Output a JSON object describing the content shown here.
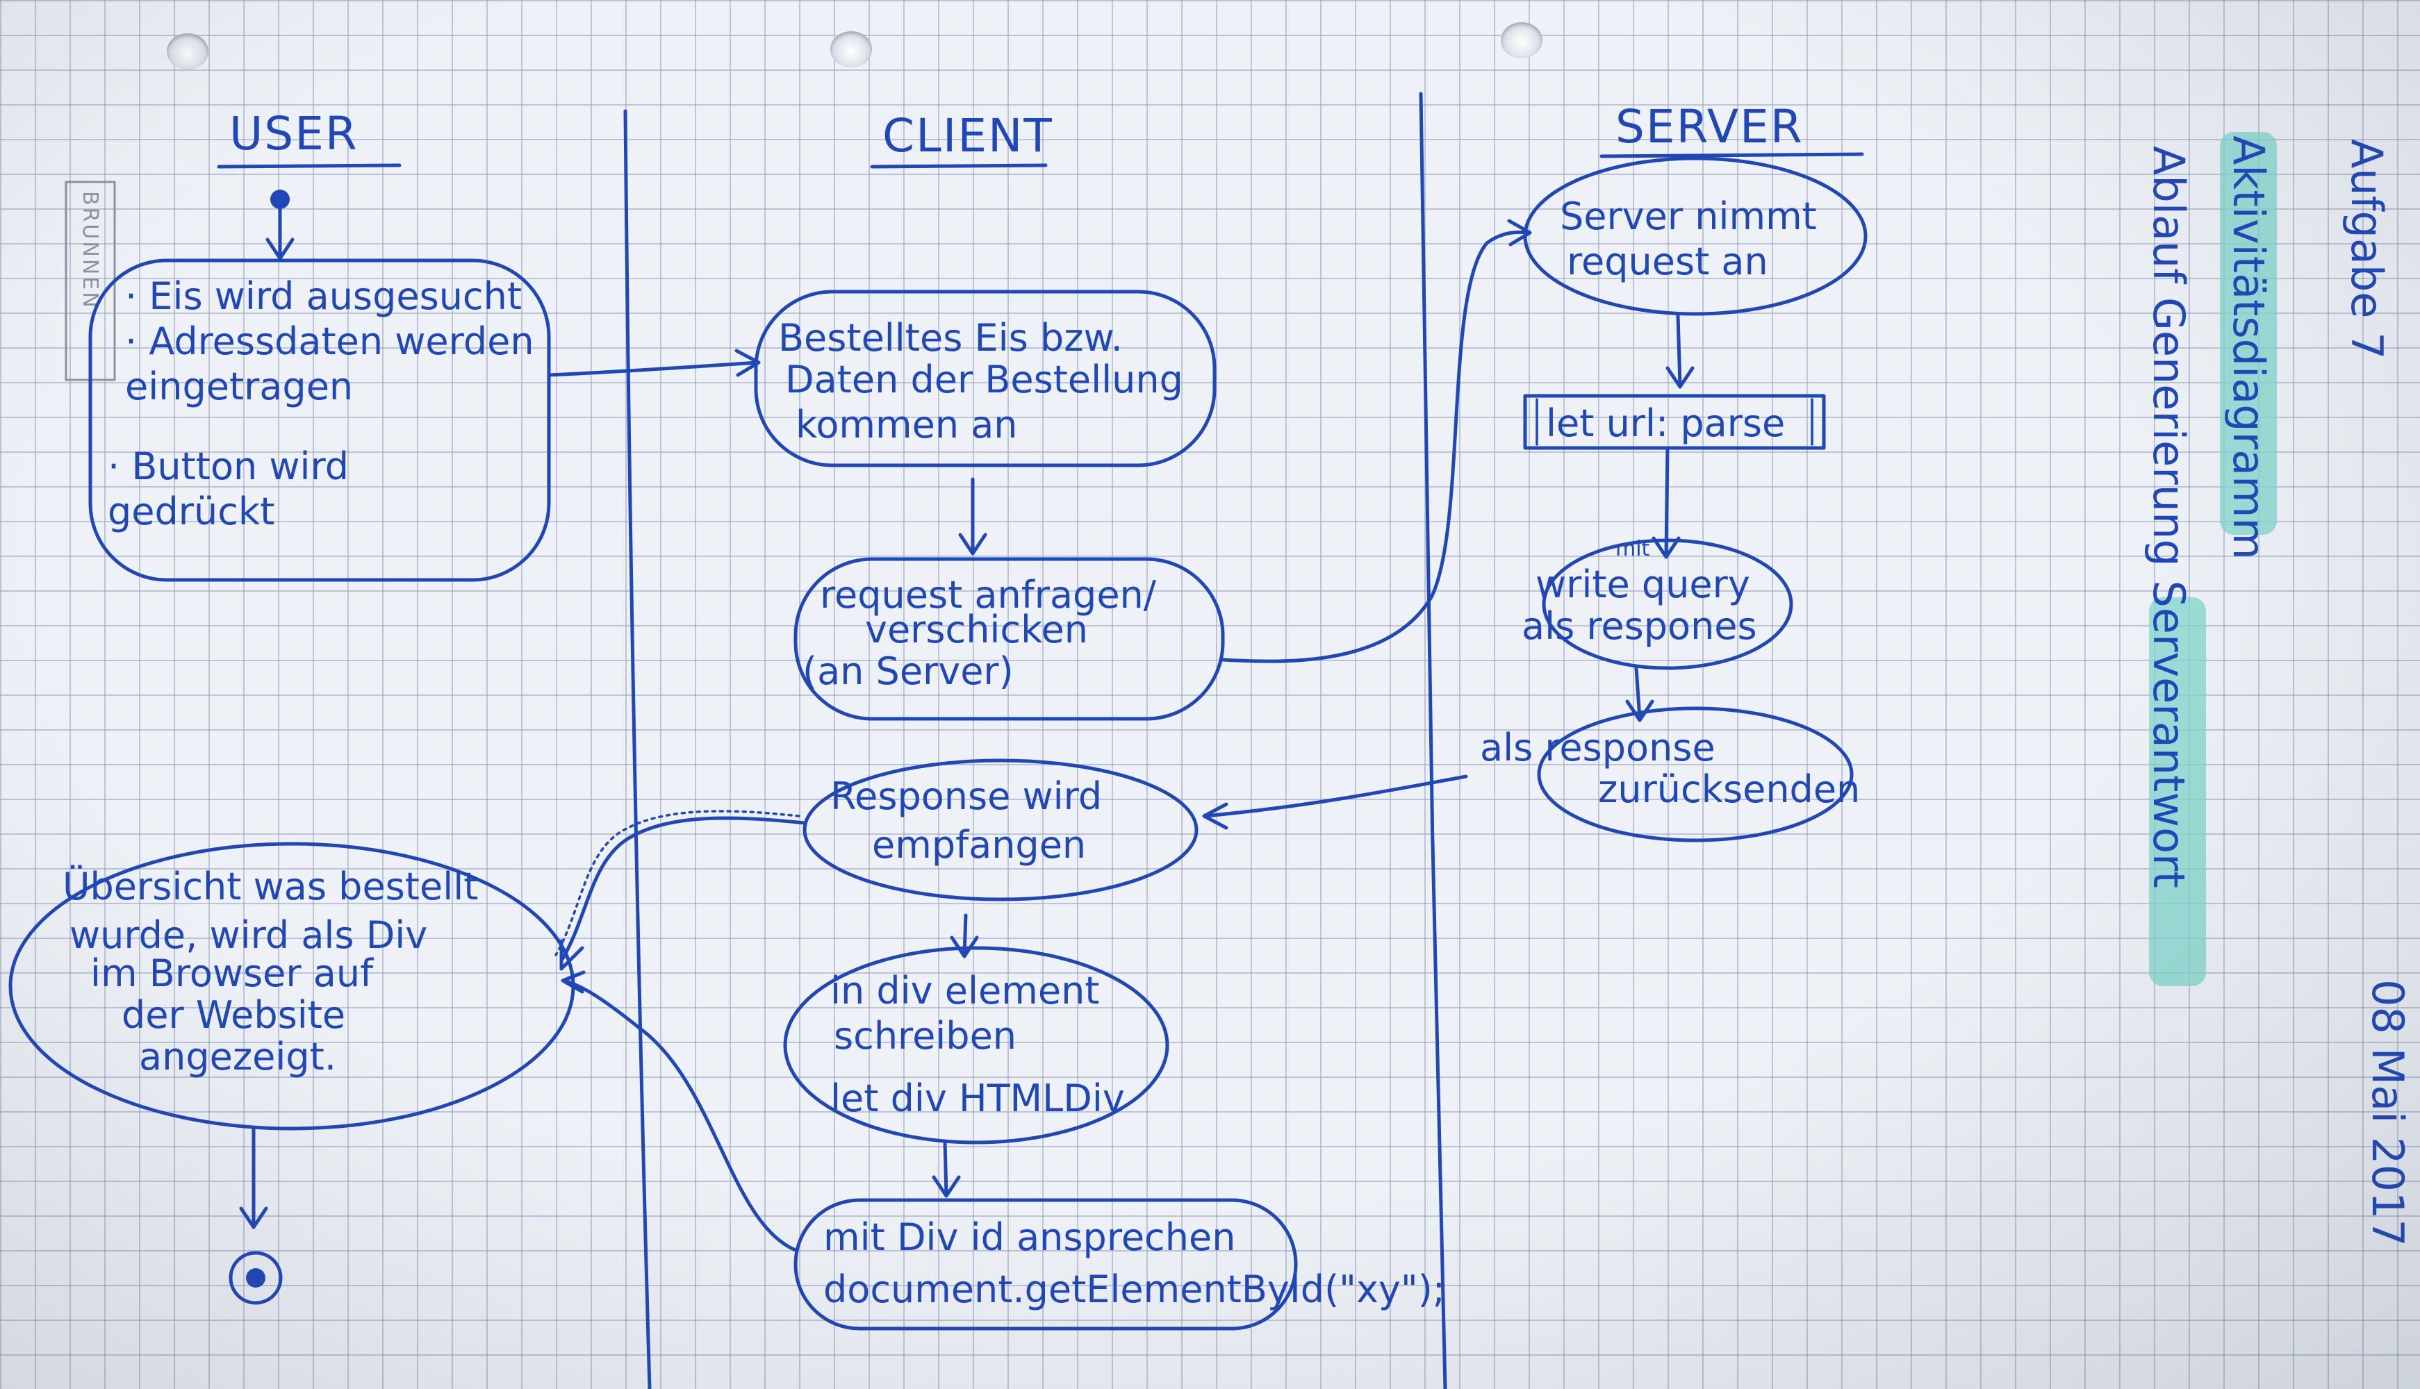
{
  "lanes": {
    "user": "USER",
    "client": "CLIENT",
    "server": "SERVER"
  },
  "stamp": "BRUNNEN",
  "nodes": {
    "user_input": [
      "· Eis wird ausgesucht",
      "· Adressdaten werden",
      "  eingetragen",
      "· Button wird",
      "  gedrückt"
    ],
    "order_arrives": [
      "Bestelltes Eis bzw.",
      "Daten der Bestellung",
      "kommen an"
    ],
    "send_request": [
      "request anfragen/",
      "verschicken",
      "(an Server)"
    ],
    "server_accept": [
      "Server nimmt",
      "request an"
    ],
    "parse": [
      "let url: parse"
    ],
    "write_query": [
      "write query",
      "als respones"
    ],
    "write_query_insert": "mit",
    "send_back": [
      "als response",
      "zurücksenden"
    ],
    "response_received": [
      "Response wird",
      "empfangen"
    ],
    "div_write": [
      "in div element",
      "schreiben",
      "let div HTMLDiv"
    ],
    "div_id": [
      "mit Div id ansprechen",
      "document.getElementById(\"xy\");"
    ],
    "overview": [
      "Übersicht was bestellt",
      "wurde, wird als Div",
      "im Browser auf",
      "der Website",
      "angezeigt."
    ]
  },
  "side_notes": {
    "title": "Aufgabe 7",
    "line1": "Aktivitätsdiagramm",
    "line2": "Ablauf Generierung Serverantwort",
    "date": "08 Mai 2017"
  },
  "colors": {
    "ink": "#1f47b8",
    "highlighter": "#7fd6cc",
    "paper": "#eef2f7"
  }
}
